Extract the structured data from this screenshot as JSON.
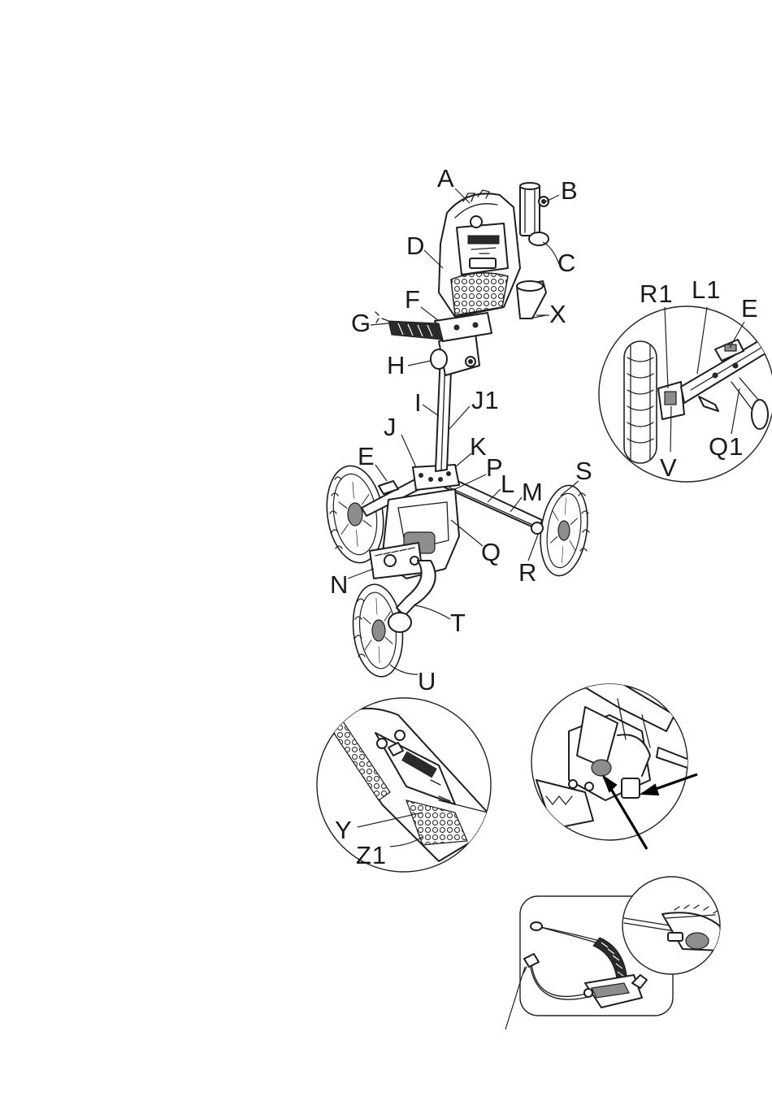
{
  "labels": {
    "A": "A",
    "B": "B",
    "C": "C",
    "D": "D",
    "F": "F",
    "X": "X",
    "G": "G",
    "H": "H",
    "I": "I",
    "J1": "J1",
    "J": "J",
    "K": "K",
    "E": "E",
    "P": "P",
    "L": "L",
    "M": "M",
    "S": "S",
    "Q": "Q",
    "N": "N",
    "R": "R",
    "T": "T",
    "U": "U",
    "R1": "R1",
    "L1": "L1",
    "E_detail": "E",
    "Q1": "Q1",
    "V": "V",
    "Y": "Y",
    "Z1": "Z1"
  },
  "colors": {
    "ink": "#1e1e1e",
    "background": "#ffffff",
    "arrow": "#000000"
  }
}
